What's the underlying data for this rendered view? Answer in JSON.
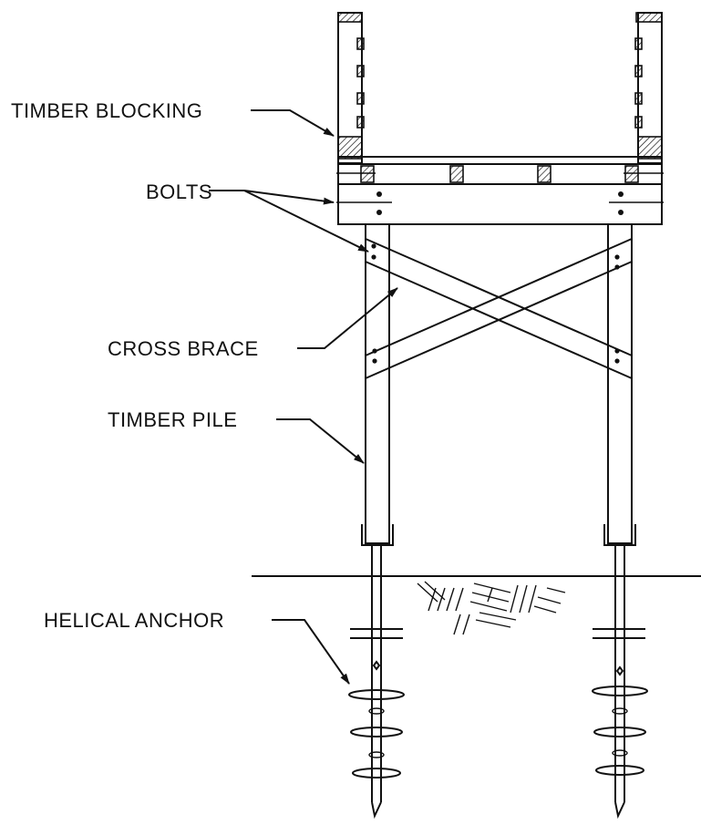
{
  "labels": {
    "timber_blocking": "TIMBER BLOCKING",
    "bolts": "BOLTS",
    "cross_brace": "CROSS BRACE",
    "timber_pile": "TIMBER PILE",
    "helical_anchor": "HELICAL ANCHOR"
  },
  "colors": {
    "line": "#111111",
    "background": "#ffffff"
  }
}
